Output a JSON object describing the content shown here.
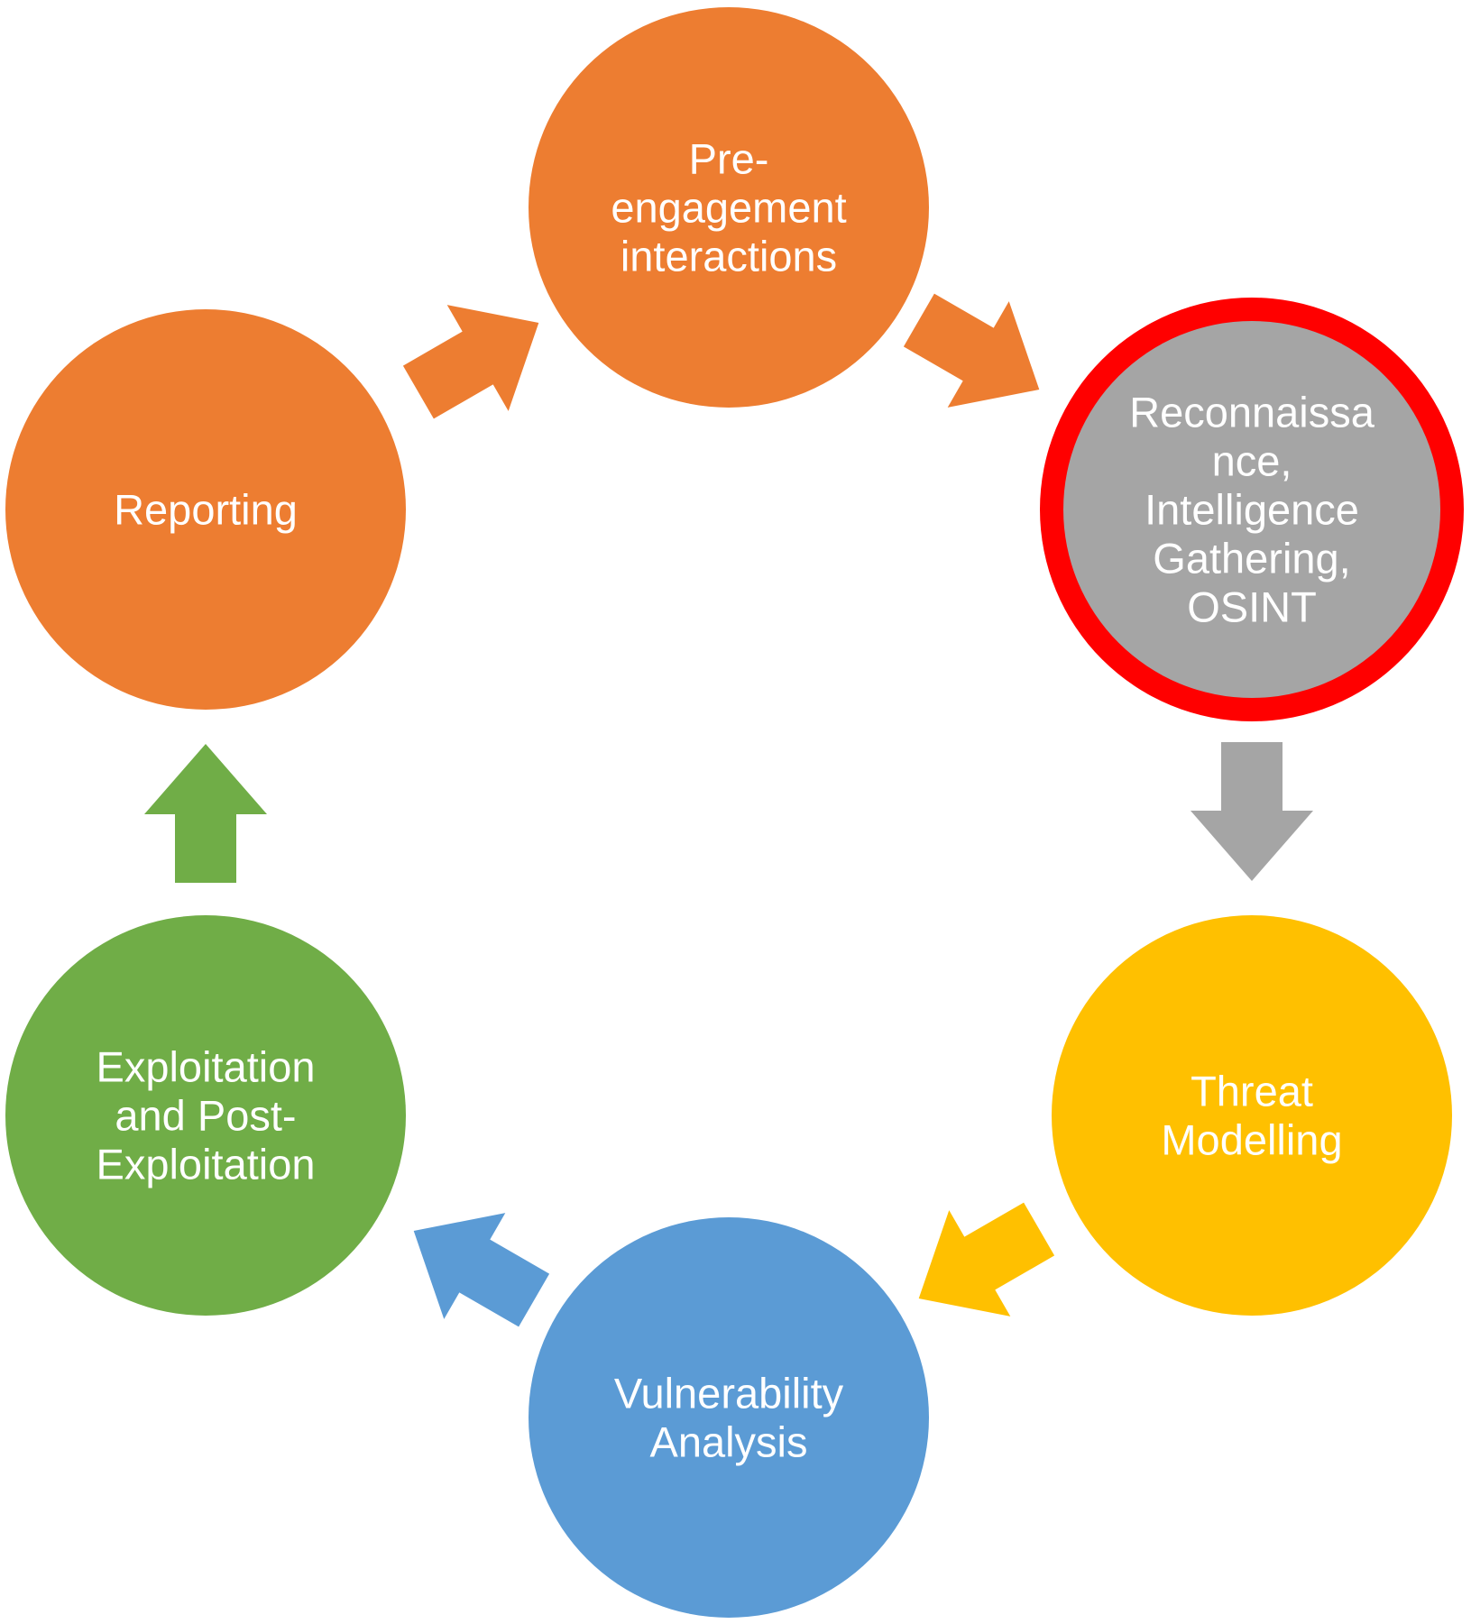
{
  "stages": [
    {
      "id": "pre-engagement",
      "lines": [
        "Pre-",
        "engagement",
        "interactions"
      ],
      "color": "#ED7D31",
      "highlighted": false
    },
    {
      "id": "reconnaissance",
      "lines": [
        "Reconnaissa",
        "nce,",
        "Intelligence",
        "Gathering,",
        "OSINT"
      ],
      "color": "#A5A5A5",
      "highlighted": true,
      "highlight_color": "#FF0000"
    },
    {
      "id": "threat-modelling",
      "lines": [
        "Threat",
        "Modelling"
      ],
      "color": "#FFC000",
      "highlighted": false
    },
    {
      "id": "vulnerability-analysis",
      "lines": [
        "Vulnerability",
        "Analysis"
      ],
      "color": "#5B9BD5",
      "highlighted": false
    },
    {
      "id": "exploitation",
      "lines": [
        "Exploitation",
        "and Post-",
        "Exploitation"
      ],
      "color": "#70AD47",
      "highlighted": false
    },
    {
      "id": "reporting",
      "lines": [
        "Reporting"
      ],
      "color": "#ED7D31",
      "highlighted": false
    }
  ],
  "connectors": [
    {
      "from": "pre-engagement",
      "to": "reconnaissance",
      "color": "#ED7D31"
    },
    {
      "from": "reconnaissance",
      "to": "threat-modelling",
      "color": "#A5A5A5"
    },
    {
      "from": "threat-modelling",
      "to": "vulnerability-analysis",
      "color": "#FFC000"
    },
    {
      "from": "vulnerability-analysis",
      "to": "exploitation",
      "color": "#5B9BD5"
    },
    {
      "from": "exploitation",
      "to": "reporting",
      "color": "#70AD47"
    },
    {
      "from": "reporting",
      "to": "pre-engagement",
      "color": "#ED7D31"
    }
  ]
}
